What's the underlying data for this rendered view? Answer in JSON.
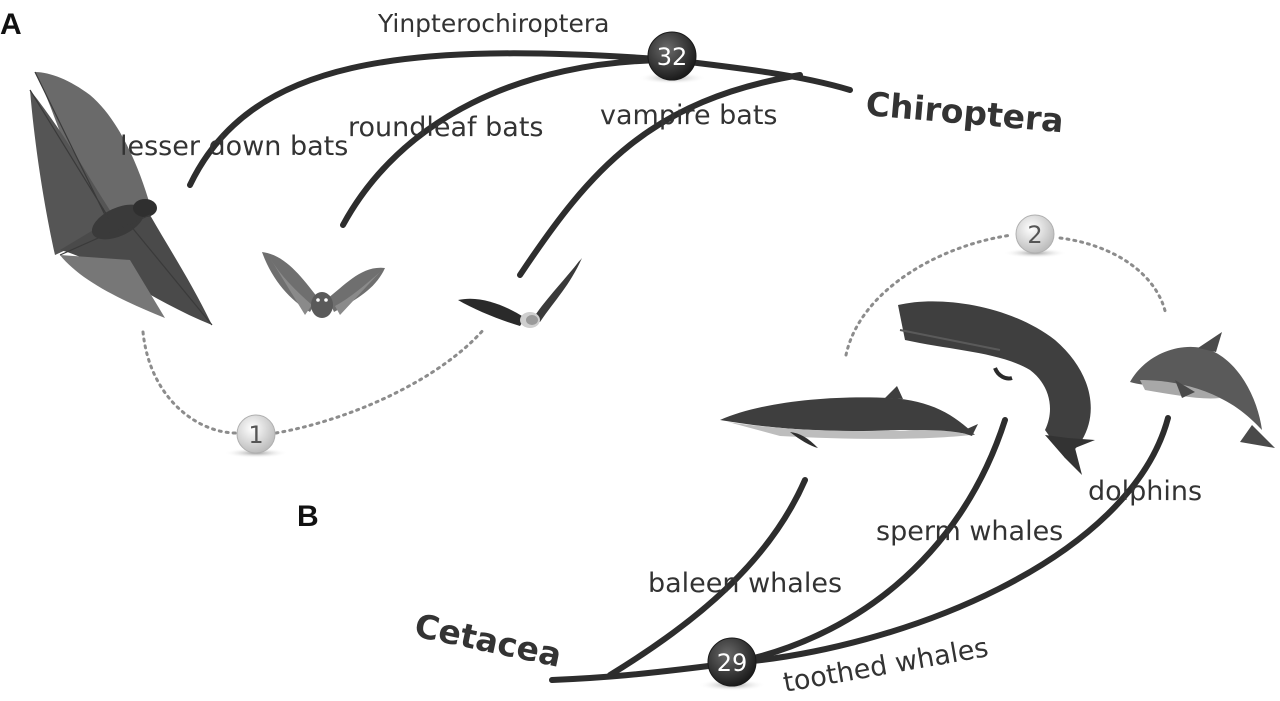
{
  "panels": {
    "a": "A",
    "b": "B"
  },
  "bats": {
    "clade": "Chiroptera",
    "suborder": "Yinpterochiroptera",
    "node_count": "32",
    "species": [
      "lesser down bats",
      "roundleaf bats",
      "vampire bats"
    ]
  },
  "whales": {
    "clade": "Cetacea",
    "suborder": "toothed whales",
    "node_count": "29",
    "species": [
      "baleen whales",
      "sperm whales",
      "dolphins"
    ]
  },
  "convergence": {
    "bats": "1",
    "whales": "2"
  },
  "colors": {
    "branch": "#2d2d2d",
    "label": "#333333",
    "dark_node": "#2a2a2a",
    "light_node": "#d9d9d9",
    "dotted": "#8c8c8c",
    "bat_wing": "#5a5a5a",
    "whale_body": "#3f3f3f"
  }
}
